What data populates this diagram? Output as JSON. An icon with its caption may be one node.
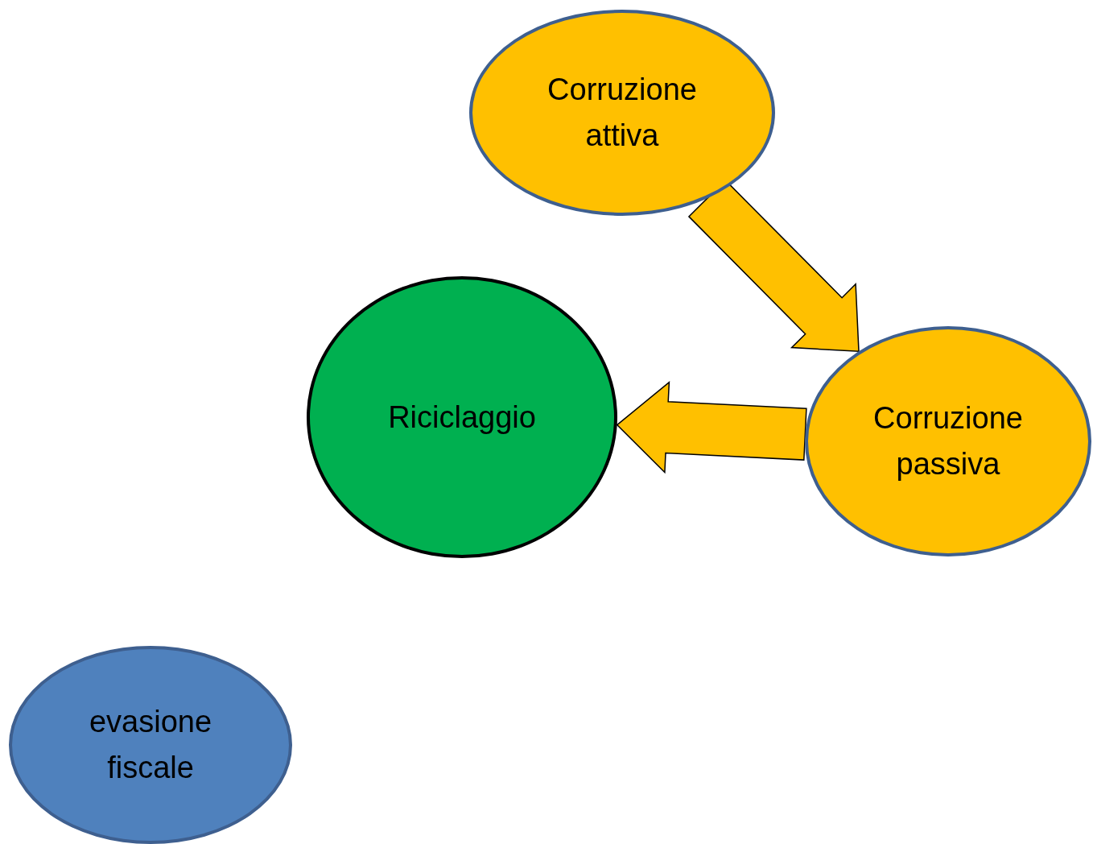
{
  "diagram": {
    "nodes": [
      {
        "text": [
          "Corruzione attiva"
        ]
      },
      {
        "text": [
          "Corruzione passiva"
        ]
      },
      {
        "text": [
          "Riciclaggio"
        ]
      },
      {
        "text": [
          "evasione fiscale"
        ]
      }
    ],
    "edges": [
      {
        "from": 0,
        "to": 1,
        "arrow": "to"
      },
      {
        "from": 1,
        "to": 2,
        "arrow": "to"
      }
    ]
  }
}
